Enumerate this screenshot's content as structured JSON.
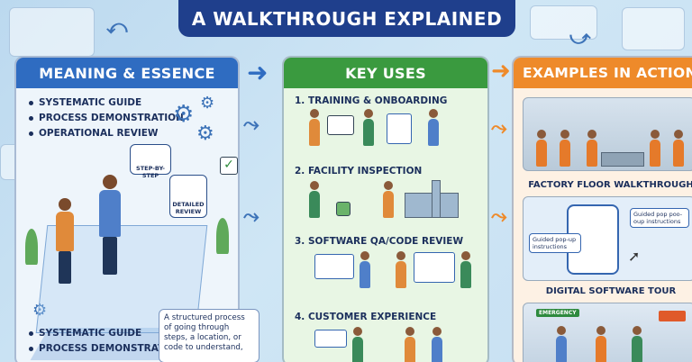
{
  "title": "A WALKTHROUGH EXPLAINED",
  "panels": {
    "meaning": {
      "heading": "MEANING & ESSENCE",
      "bullets_top": [
        "SYSTEMATIC GUIDE",
        "PROCESS DEMONSTRATION",
        "OPERATIONAL REVIEW"
      ],
      "tag_step": "STEP-BY-STEP",
      "tag_review": "DETAILED REVIEW",
      "bullets_bottom": [
        "SYSTEMATIC GUIDE",
        "PROCESS DEMONSTRATION"
      ],
      "description": "A structured process of going through steps, a location, or code to understand,"
    },
    "uses": {
      "heading": "KEY USES",
      "sections": [
        "1. TRAINING & ONBOARDING",
        "2. FACILITY INSPECTION",
        "3. SOFTWARE QA/CODE REVIEW",
        "4. CUSTOMER EXPERIENCE"
      ]
    },
    "examples": {
      "heading": "EXAMPLES IN ACTION",
      "captions": [
        "FACTORY FLOOR WALKTHROUGH",
        "DIGITAL SOFTWARE TOUR"
      ],
      "popup_left": "Guided pop-up instructions",
      "popup_right": "Guided pop poo-oup instructions",
      "sign": "EMERGENCY"
    }
  },
  "colors": {
    "title_bg": "#1f3f8c",
    "meaning": "#2f6cc1",
    "uses": "#3a9a3f",
    "examples": "#ee8a2a"
  }
}
